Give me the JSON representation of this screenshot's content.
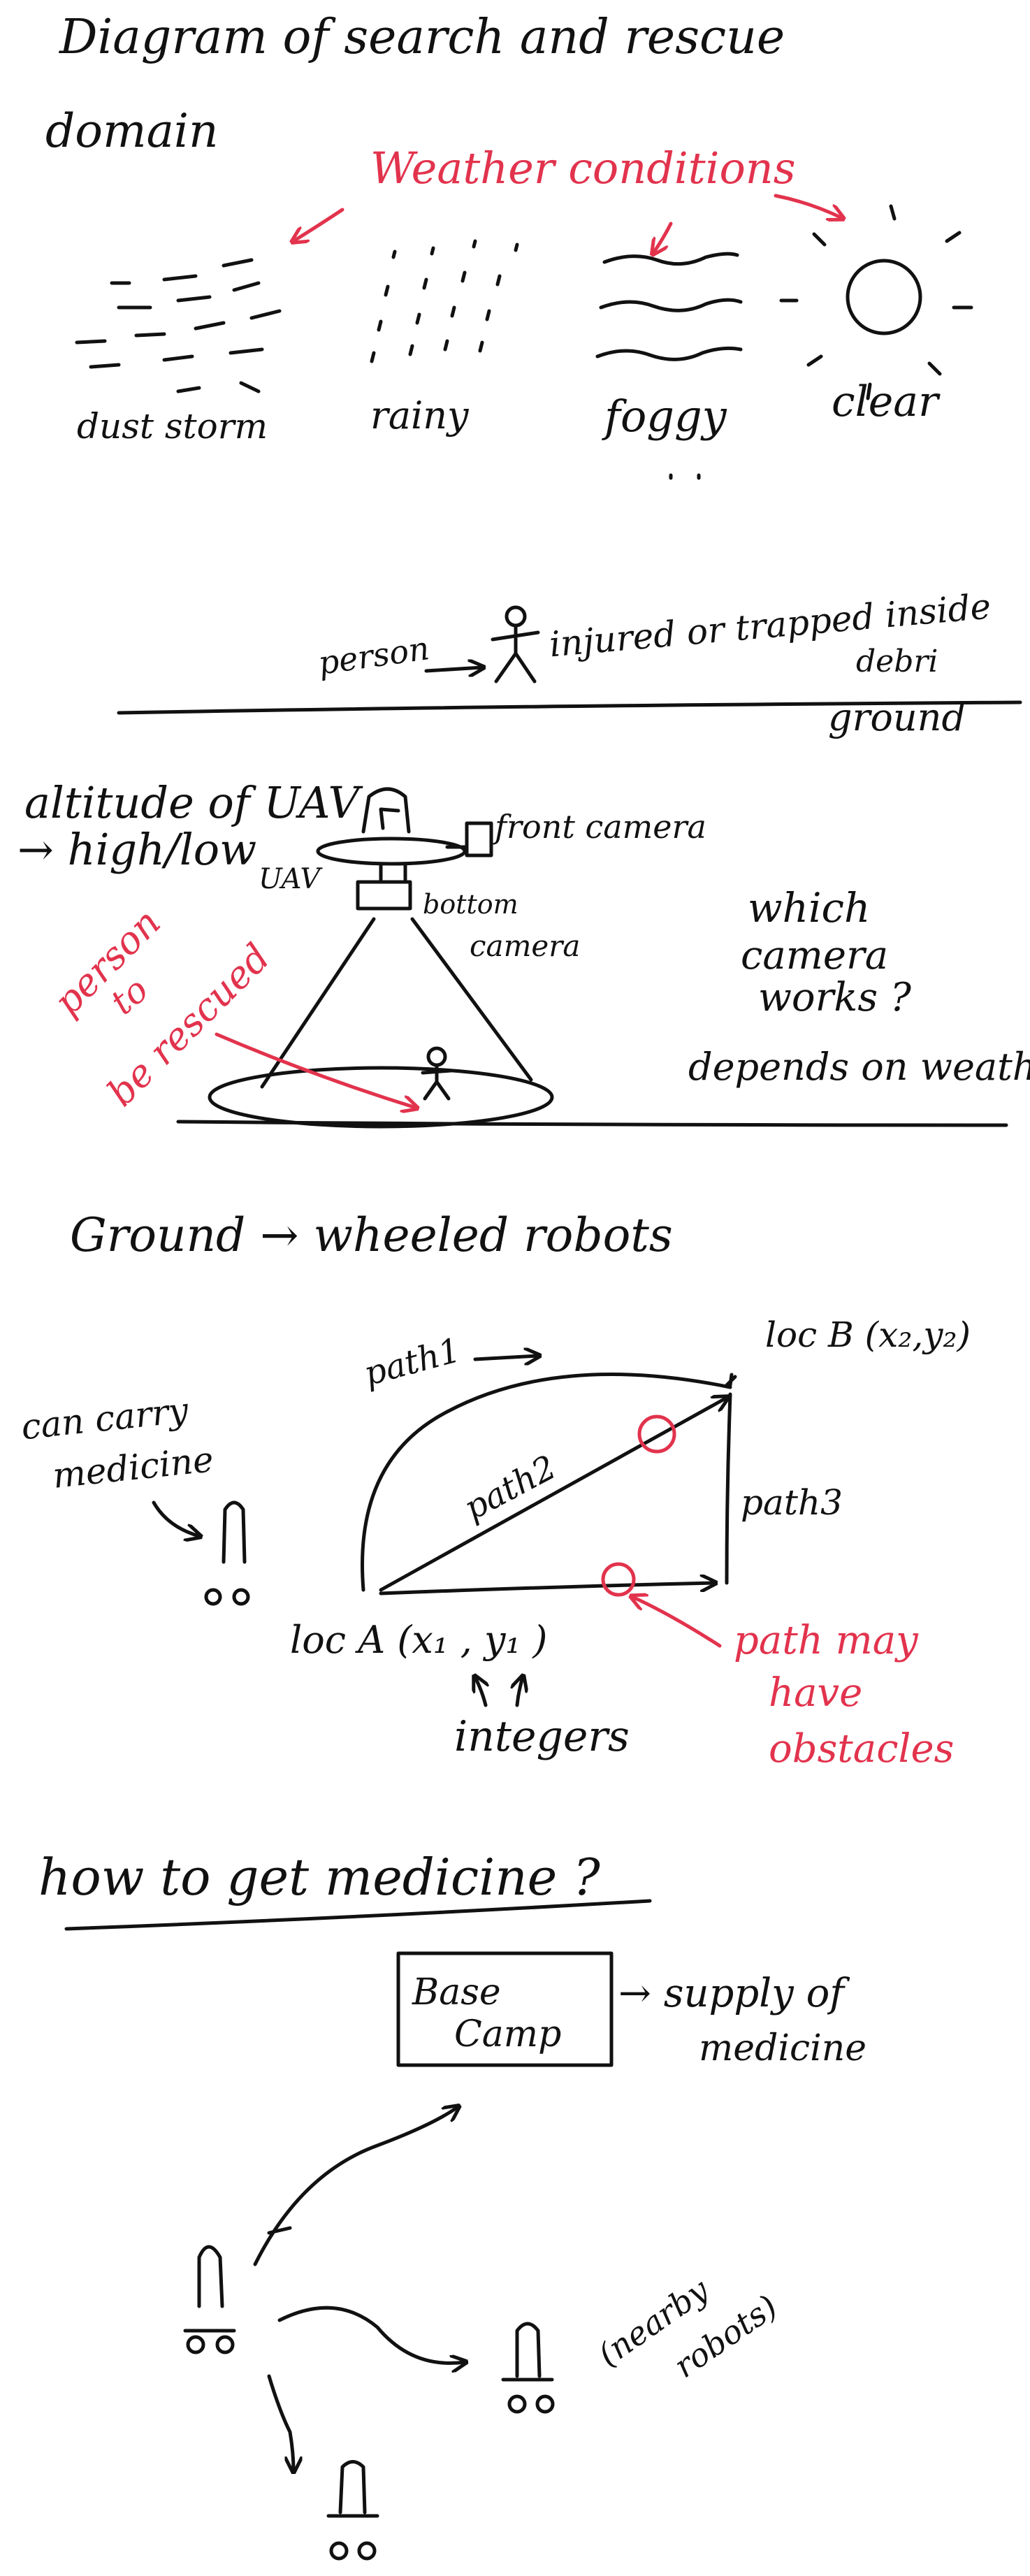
{
  "title_line1": "Diagram of search and rescue",
  "title_line2": "domain",
  "weather": {
    "heading": "Weather conditions",
    "labels": [
      "dust storm",
      "rainy",
      "foggy",
      "clear"
    ]
  },
  "person_section": {
    "person": "person",
    "injured": "injured or trapped inside",
    "debri": "debri",
    "ground": "ground"
  },
  "uav_section": {
    "altitude_line1": "altitude of UAV",
    "altitude_line2": "→ high/low",
    "uav": "UAV",
    "front_camera": "front camera",
    "bottom_camera_line1": "bottom",
    "bottom_camera_line2": "camera",
    "person_to_rescue": [
      "person",
      "to",
      "be rescued"
    ],
    "which_camera": [
      "which",
      "camera",
      "works ?"
    ],
    "depends": "depends on weather"
  },
  "ground_section": {
    "heading": "Ground →  wheeled robots",
    "path1": "path1",
    "path2": "path2",
    "path3": "path3",
    "locB": "loc B (x₂,y₂)",
    "locA": "loc A  (x₁ , y₁ )",
    "integers": "integers",
    "can_carry_line1": "can carry",
    "can_carry_line2": "medicine",
    "obstacles": [
      "path may",
      "have",
      "obstacles"
    ]
  },
  "medicine_section": {
    "question": "how to get medicine ?",
    "base_camp_line1": "Base",
    "base_camp_line2": "Camp",
    "supply_line1": "→ supply of",
    "supply_line2": "medicine",
    "nearby": "(nearby",
    "robots": "robots)"
  }
}
